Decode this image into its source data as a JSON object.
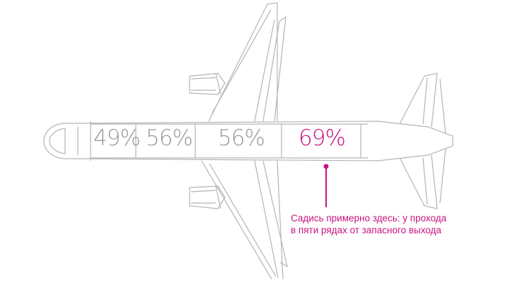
{
  "sections": [
    {
      "label": "49%",
      "highlight": false
    },
    {
      "label": "56%",
      "highlight": false
    },
    {
      "label": "56%",
      "highlight": false
    },
    {
      "label": "69%",
      "highlight": true
    }
  ],
  "note": {
    "line1": "Садись примерно здесь: у прохода",
    "line2": "в пяти рядах от запасного выхода"
  },
  "colors": {
    "outline": "#b4b4b4",
    "muted_text": "#9a9a9a",
    "accent": "#c8137f"
  }
}
